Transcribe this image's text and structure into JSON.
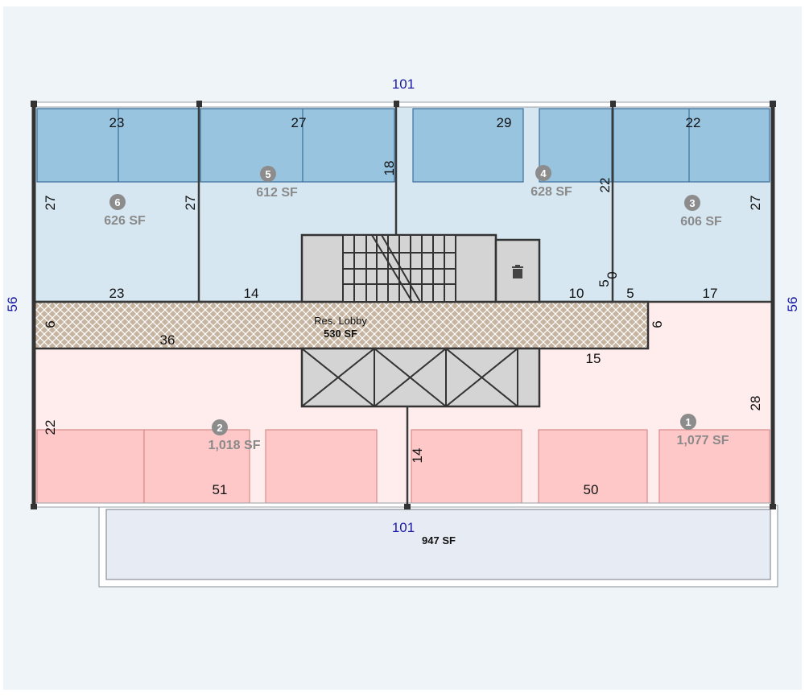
{
  "building": {
    "top_width": "101",
    "bottom_width": "101",
    "left_depth": "56",
    "right_depth": "56"
  },
  "units": [
    {
      "number": "6",
      "area": "626 SF"
    },
    {
      "number": "5",
      "area": "612 SF"
    },
    {
      "number": "4",
      "area": "628 SF"
    },
    {
      "number": "3",
      "area": "606 SF"
    },
    {
      "number": "2",
      "area": "1,018 SF"
    },
    {
      "number": "1",
      "area": "1,077 SF"
    }
  ],
  "lobby": {
    "name": "Res. Lobby",
    "area": "530 SF"
  },
  "terrace": {
    "area": "947 SF"
  },
  "dimensions": {
    "u6_top": "23",
    "u6_left": "27",
    "u6_right": "27",
    "u6_bottom": "23",
    "u5_top": "27",
    "u5_right": "18",
    "u5_bottom": "14",
    "u4_top": "29",
    "u4_right": "22",
    "u4_bottom": "10",
    "u4_extra": "5",
    "u3_top": "22",
    "u3_right": "27",
    "u3_bottom": "17",
    "u3_extra": "5",
    "corner_zero": "0",
    "lobby_left": "6",
    "lobby_bottom": "36",
    "lobby_right": "6",
    "lobby_under": "15",
    "u2_left": "22",
    "u2_bottom": "51",
    "u2_right": "14",
    "u1_right": "28",
    "u1_bottom": "50"
  },
  "icons": {
    "trash": "trash-icon"
  },
  "colors": {
    "background": "#eef4f8",
    "north_unit_fill": "#d6e7f2",
    "north_balcony": "#98c4e0",
    "south_unit_fill": "#ffecec",
    "south_balcony": "#fec8c8",
    "core_fill": "#d4d4d4",
    "lobby_fill": "#c2b09b",
    "terrace_fill": "#e7ecf4",
    "dimension_blue": "#1a1aa6"
  }
}
